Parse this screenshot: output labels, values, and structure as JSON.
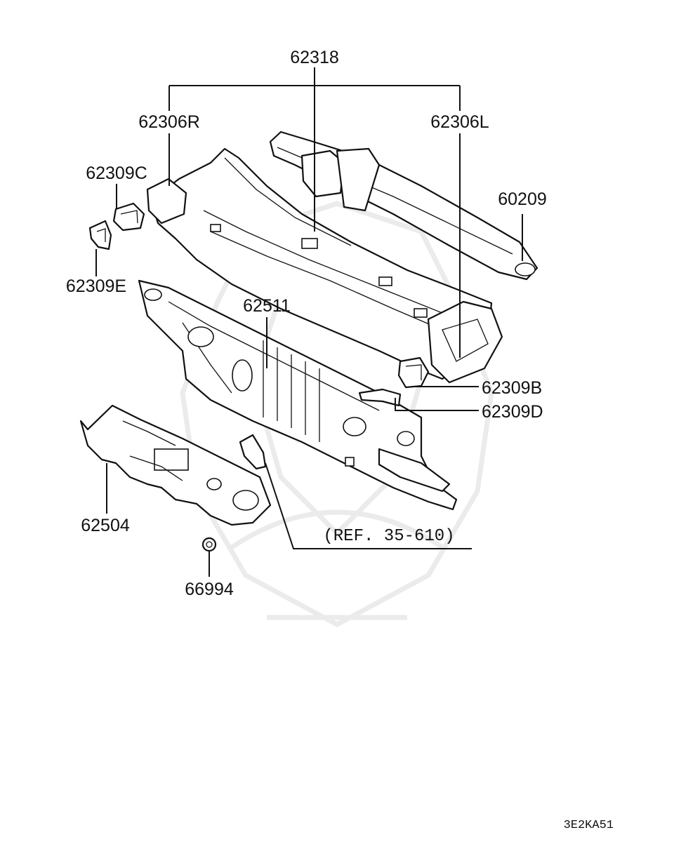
{
  "diagram": {
    "callouts": {
      "p62318": "62318",
      "p62306R": "62306R",
      "p62306L": "62306L",
      "p62309C": "62309C",
      "p62309E": "62309E",
      "p60209": "60209",
      "p62511": "62511",
      "p62309B": "62309B",
      "p62309D": "62309D",
      "p62504": "62504",
      "p66994": "66994",
      "ref": "(REF. 35-610)"
    },
    "diagram_code": "3E2KA51"
  },
  "colors": {
    "line": "#111111",
    "background": "#ffffff",
    "watermark": "#ebebeb"
  }
}
